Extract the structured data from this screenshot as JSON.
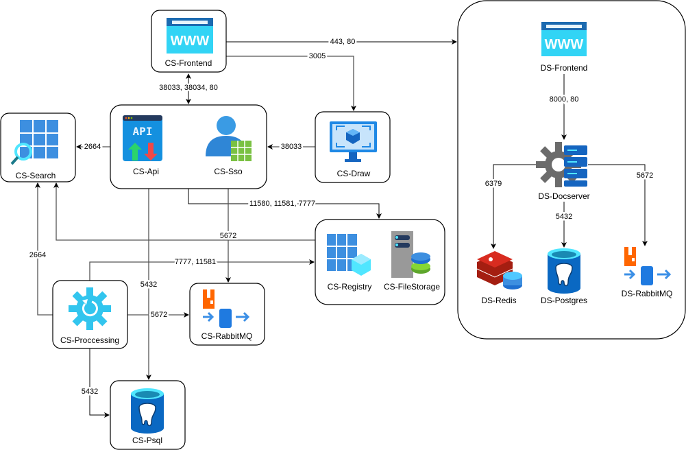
{
  "nodes": {
    "cs_frontend": "CS-Frontend",
    "cs_api": "CS-Api",
    "cs_sso": "CS-Sso",
    "cs_search": "CS-Search",
    "cs_draw": "CS-Draw",
    "cs_registry": "CS-Registry",
    "cs_filestorage": "CS-FileStorage",
    "cs_proccessing": "CS-Proccessing",
    "cs_rabbitmq": "CS-RabbitMQ",
    "cs_psql": "CS-Psql",
    "ds_frontend": "DS-Frontend",
    "ds_docserver": "DS-Docserver",
    "ds_redis": "DS-Redis",
    "ds_postgres": "DS-Postgres",
    "ds_rabbitmq": "DS-RabbitMQ"
  },
  "icons": {
    "www": "WWW",
    "api": "API"
  },
  "edges": {
    "frontend_to_ds": "443, 80",
    "frontend_to_draw": "3005",
    "frontend_api": "38033, 38034, 80",
    "api_to_search": "2664",
    "draw_to_api": "38033",
    "api_to_registry": "11580, 11581, 7777",
    "sso_to_rabbit": "5672",
    "api_to_psql": "5432",
    "proc_to_search": "2664",
    "proc_to_registry": "7777, 11581",
    "proc_to_rabbit": "5672",
    "proc_to_psql": "5432",
    "dsfront_to_docserver": "8000, 80",
    "doc_to_redis": "6379",
    "doc_to_postgres": "5432",
    "doc_to_rabbit": "5672"
  }
}
